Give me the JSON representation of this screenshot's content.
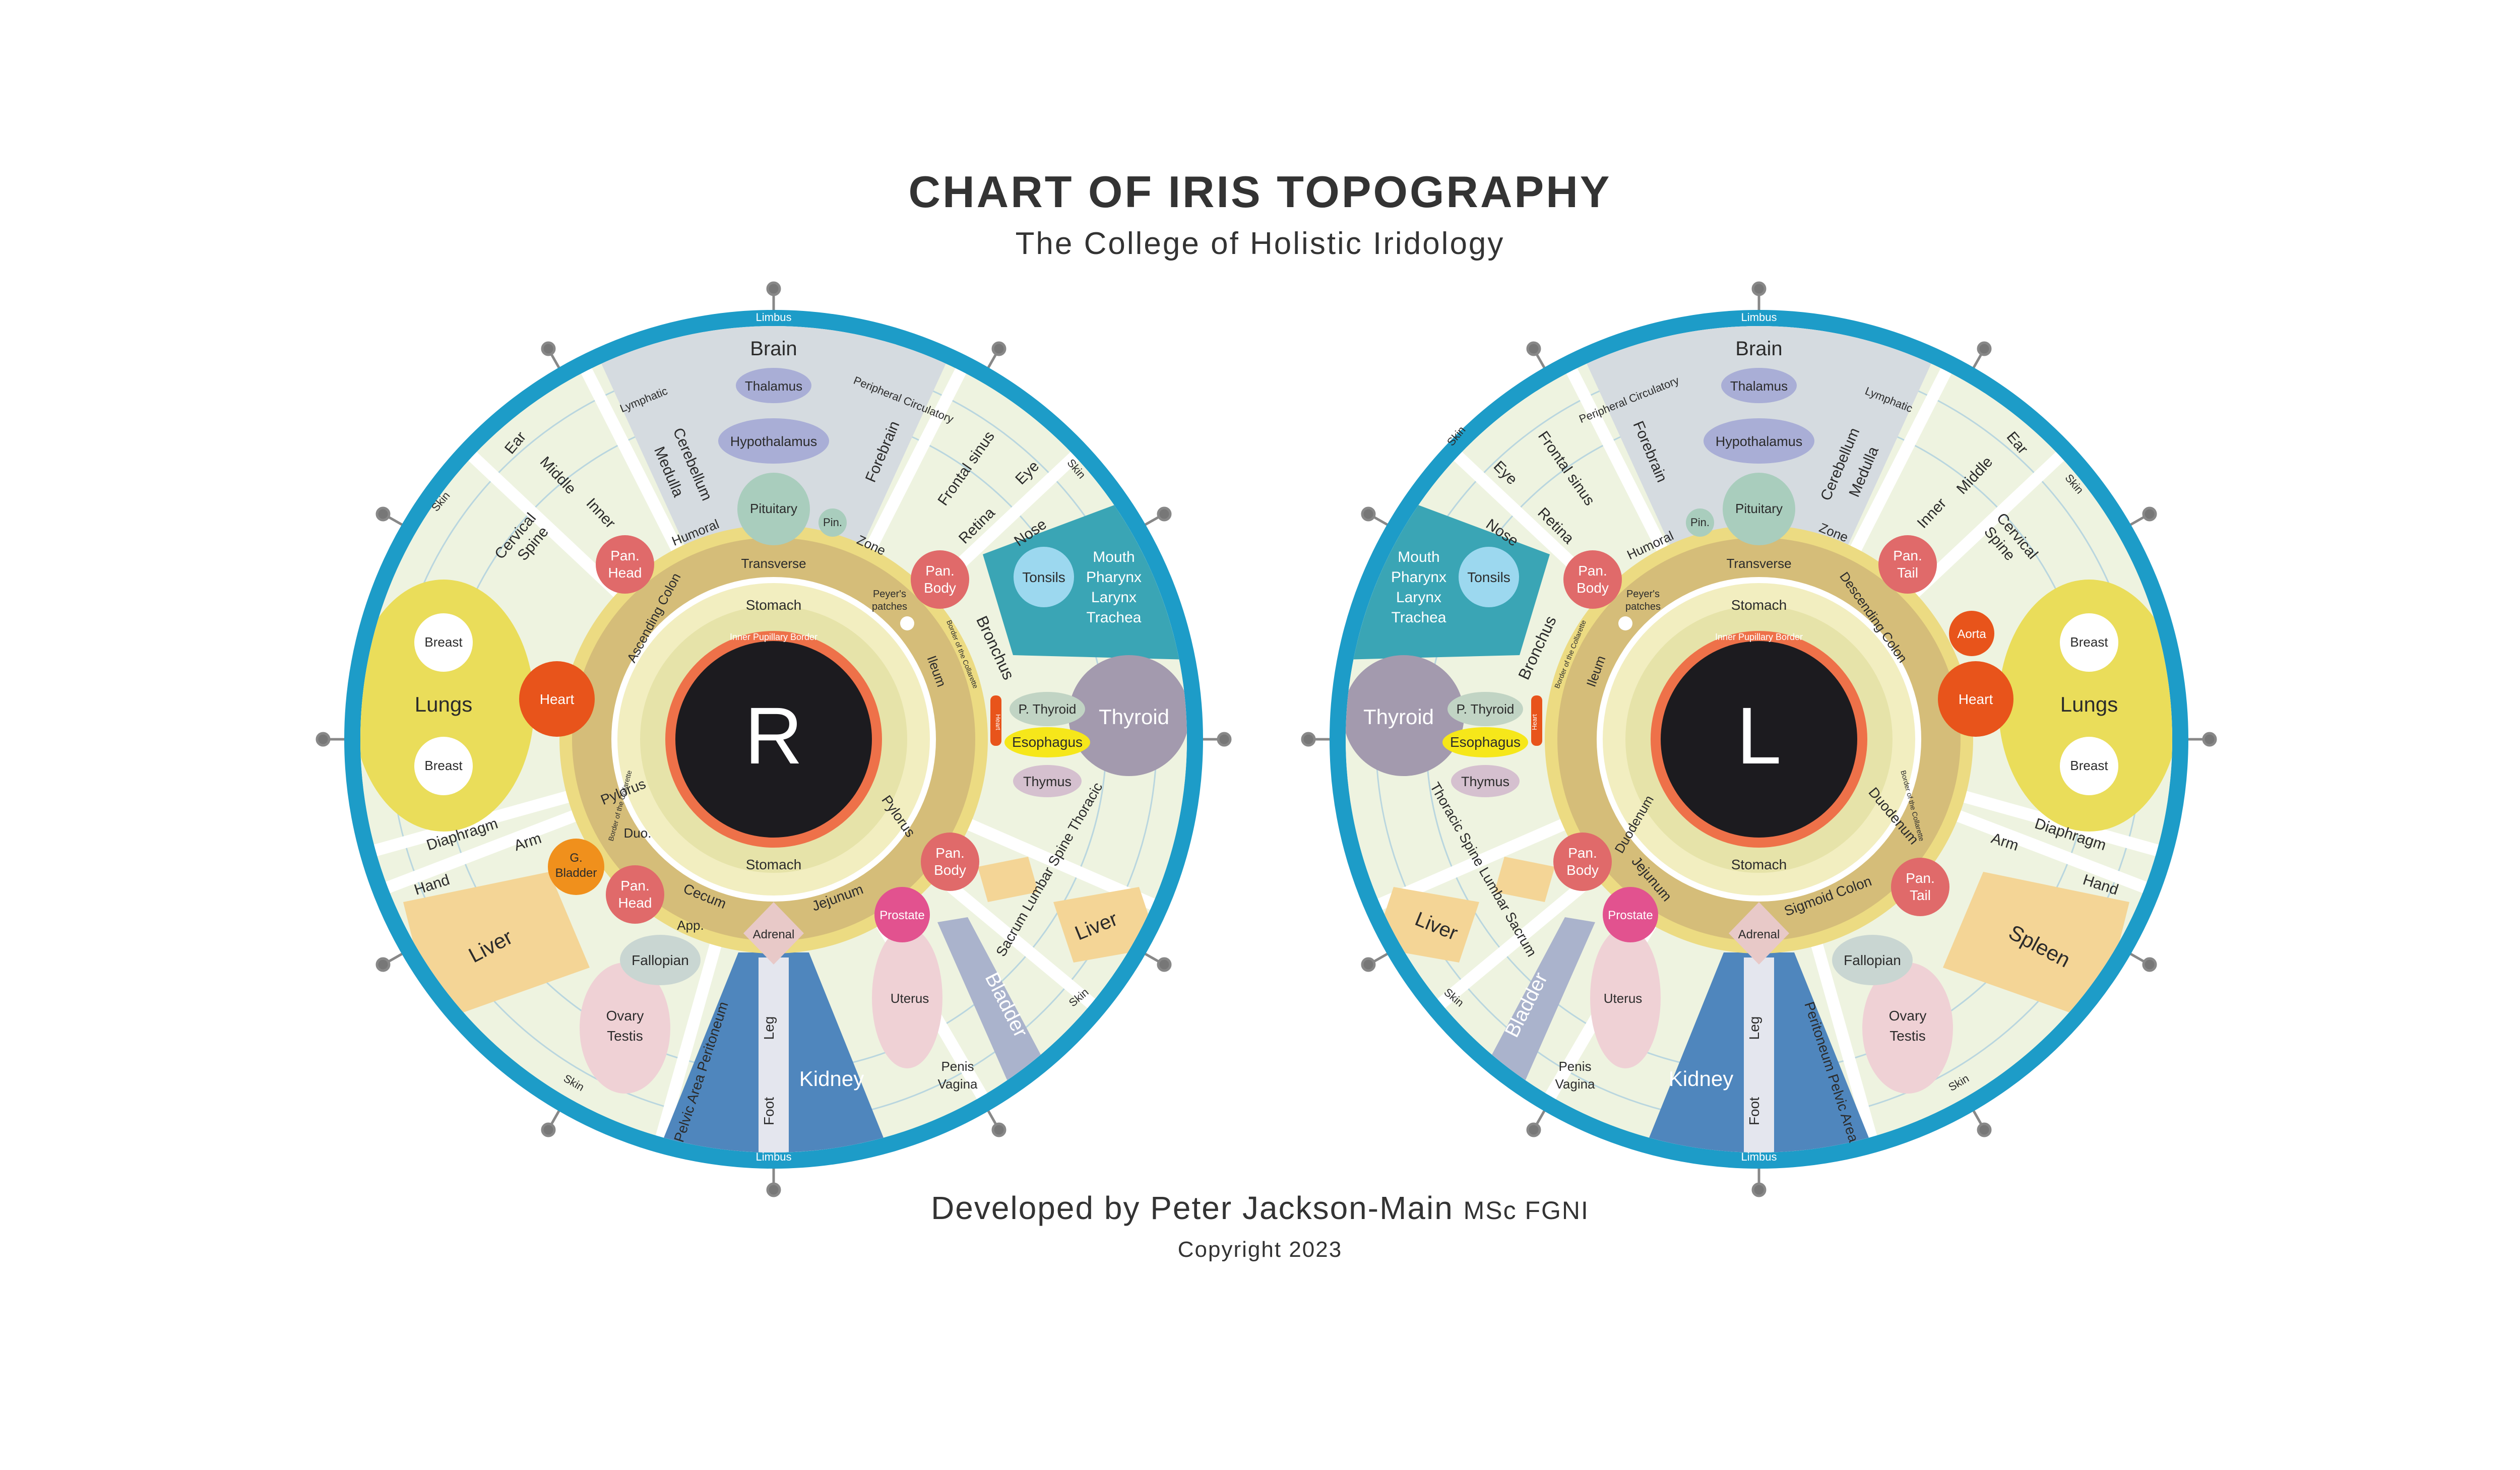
{
  "title": "CHART OF IRIS TOPOGRAPHY",
  "subtitle": "The College of Holistic Iridology",
  "developer": "Developed by Peter Jackson-Main",
  "degrees": "MSc FGNI",
  "copyright": "Copyright 2023",
  "colors": {
    "limbus": "#1d9cc8",
    "outer": "#eef3e0",
    "lungs": "#eadd5a",
    "heart": "#e8541b",
    "liver": "#f4d596",
    "kidney": "#4f86bd",
    "thyroid": "#a39aae",
    "mouth": "#3aa5b5",
    "brain": "#d5dbe0",
    "pink": "#e06a6a",
    "collarette": "#ecdb82",
    "humoral": "#d5bd79",
    "stomach": "#f2eec0",
    "pupilBorder": "#ee7149",
    "pupil": "#1c1b1f"
  },
  "icons": {
    "marker": "pin-marker",
    "pupil": "pupil-circle"
  },
  "right": {
    "pupil": "R",
    "limbus": "Limbus",
    "brain": "Brain",
    "thalamus": "Thalamus",
    "hypothalamus": "Hypothalamus",
    "pituitary": "Pituitary",
    "pin": "Pin.",
    "lymphatic": "Lymphatic",
    "peripheral": "Peripheral Circulatory",
    "cerebellum": "Cerebellum",
    "medulla": "Medulla",
    "forebrain": "Forebrain",
    "frontal_sinus": "Frontal sinus",
    "eye": "Eye",
    "nose": "Nose",
    "retina": "Retina",
    "skin": "Skin",
    "ear": "Ear",
    "middle": "Middle",
    "inner": "Inner",
    "cervical": "Cervical",
    "spine": "Spine",
    "mouth": "Mouth",
    "pharynx": "Pharynx",
    "larynx": "Larynx",
    "trachea": "Trachea",
    "tonsils": "Tonsils",
    "thyroid": "Thyroid",
    "p_thyroid": "P. Thyroid",
    "esophagus": "Esophagus",
    "thymus": "Thymus",
    "heart_small": "Heart",
    "bronchus": "Bronchus",
    "lungs": "Lungs",
    "breast": "Breast",
    "heart": "Heart",
    "diaphragm": "Diaphragm",
    "arm": "Arm",
    "hand": "Hand",
    "g_bladder": "G.",
    "g_bladder2": "Bladder",
    "liver": "Liver",
    "liver_small": "Liver",
    "pan": "Pan.",
    "head": "Head",
    "body": "Body",
    "humoral": "Humoral",
    "zone": "Zone",
    "transverse": "Transverse",
    "ascending_colon": "Ascending Colon",
    "peyers": "Peyer's",
    "patches": "patches",
    "ileum": "Ileum",
    "stomach": "Stomach",
    "inner_pupillary": "Inner Pupillary Border",
    "border_collarette": "Border of the Collarette",
    "pylorus": "Pylorus",
    "duo": "Duo.",
    "cecum": "Cecum",
    "app": "App.",
    "jejunum": "Jejunum",
    "adrenal": "Adrenal",
    "prostate": "Prostate",
    "uterus": "Uterus",
    "fallopian": "Fallopian",
    "ovary": "Ovary",
    "testis": "Testis",
    "kidney": "Kidney",
    "leg": "Leg",
    "foot": "Foot",
    "bladder": "Bladder",
    "penis": "Penis",
    "vagina": "Vagina",
    "spine_lower": "Sacrum Lumbar Spine Thoracic",
    "pelvic": "Pelvic Area Peritoneum"
  },
  "left": {
    "pupil": "L",
    "limbus": "Limbus",
    "brain": "Brain",
    "thalamus": "Thalamus",
    "hypothalamus": "Hypothalamus",
    "pituitary": "Pituitary",
    "pin": "Pin.",
    "lymphatic": "Lymphatic",
    "peripheral": "Peripheral Circulatory",
    "cerebellum": "Cerebellum",
    "medulla": "Medulla",
    "forebrain": "Forebrain",
    "frontal_sinus": "Frontal sinus",
    "eye": "Eye",
    "nose": "Nose",
    "retina": "Retina",
    "skin": "Skin",
    "ear": "Ear",
    "middle": "Middle",
    "inner": "Inner",
    "cervical": "Cervical",
    "spine": "Spine",
    "mouth": "Mouth",
    "pharynx": "Pharynx",
    "larynx": "Larynx",
    "trachea": "Trachea",
    "tonsils": "Tonsils",
    "thyroid": "Thyroid",
    "p_thyroid": "P. Thyroid",
    "esophagus": "Esophagus",
    "thymus": "Thymus",
    "heart_small": "Heart",
    "bronchus": "Bronchus",
    "lungs": "Lungs",
    "breast": "Breast",
    "heart": "Heart",
    "aorta": "Aorta",
    "diaphragm": "Diaphragm",
    "arm": "Arm",
    "hand": "Hand",
    "spleen": "Spleen",
    "liver_small": "Liver",
    "pan": "Pan.",
    "tail": "Tail",
    "body": "Body",
    "humoral": "Humoral",
    "zone": "Zone",
    "transverse": "Transverse",
    "descending_colon": "Descending Colon",
    "peyers": "Peyer's",
    "patches": "patches",
    "ileum": "Ileum",
    "stomach": "Stomach",
    "inner_pupillary": "Inner Pupillary Border",
    "border_collarette": "Border of the Collarette",
    "duodenum": "Duodenum",
    "jejunum": "Jejunum",
    "sigmoid": "Sigmoid Colon",
    "adrenal": "Adrenal",
    "prostate": "Prostate",
    "uterus": "Uterus",
    "fallopian": "Fallopian",
    "ovary": "Ovary",
    "testis": "Testis",
    "kidney": "Kidney",
    "leg": "Leg",
    "foot": "Foot",
    "bladder": "Bladder",
    "penis": "Penis",
    "vagina": "Vagina",
    "spine_lower": "Thoracic Spine Lumbar Sacrum",
    "pelvic": "Peritoneum Pelvic Area"
  }
}
